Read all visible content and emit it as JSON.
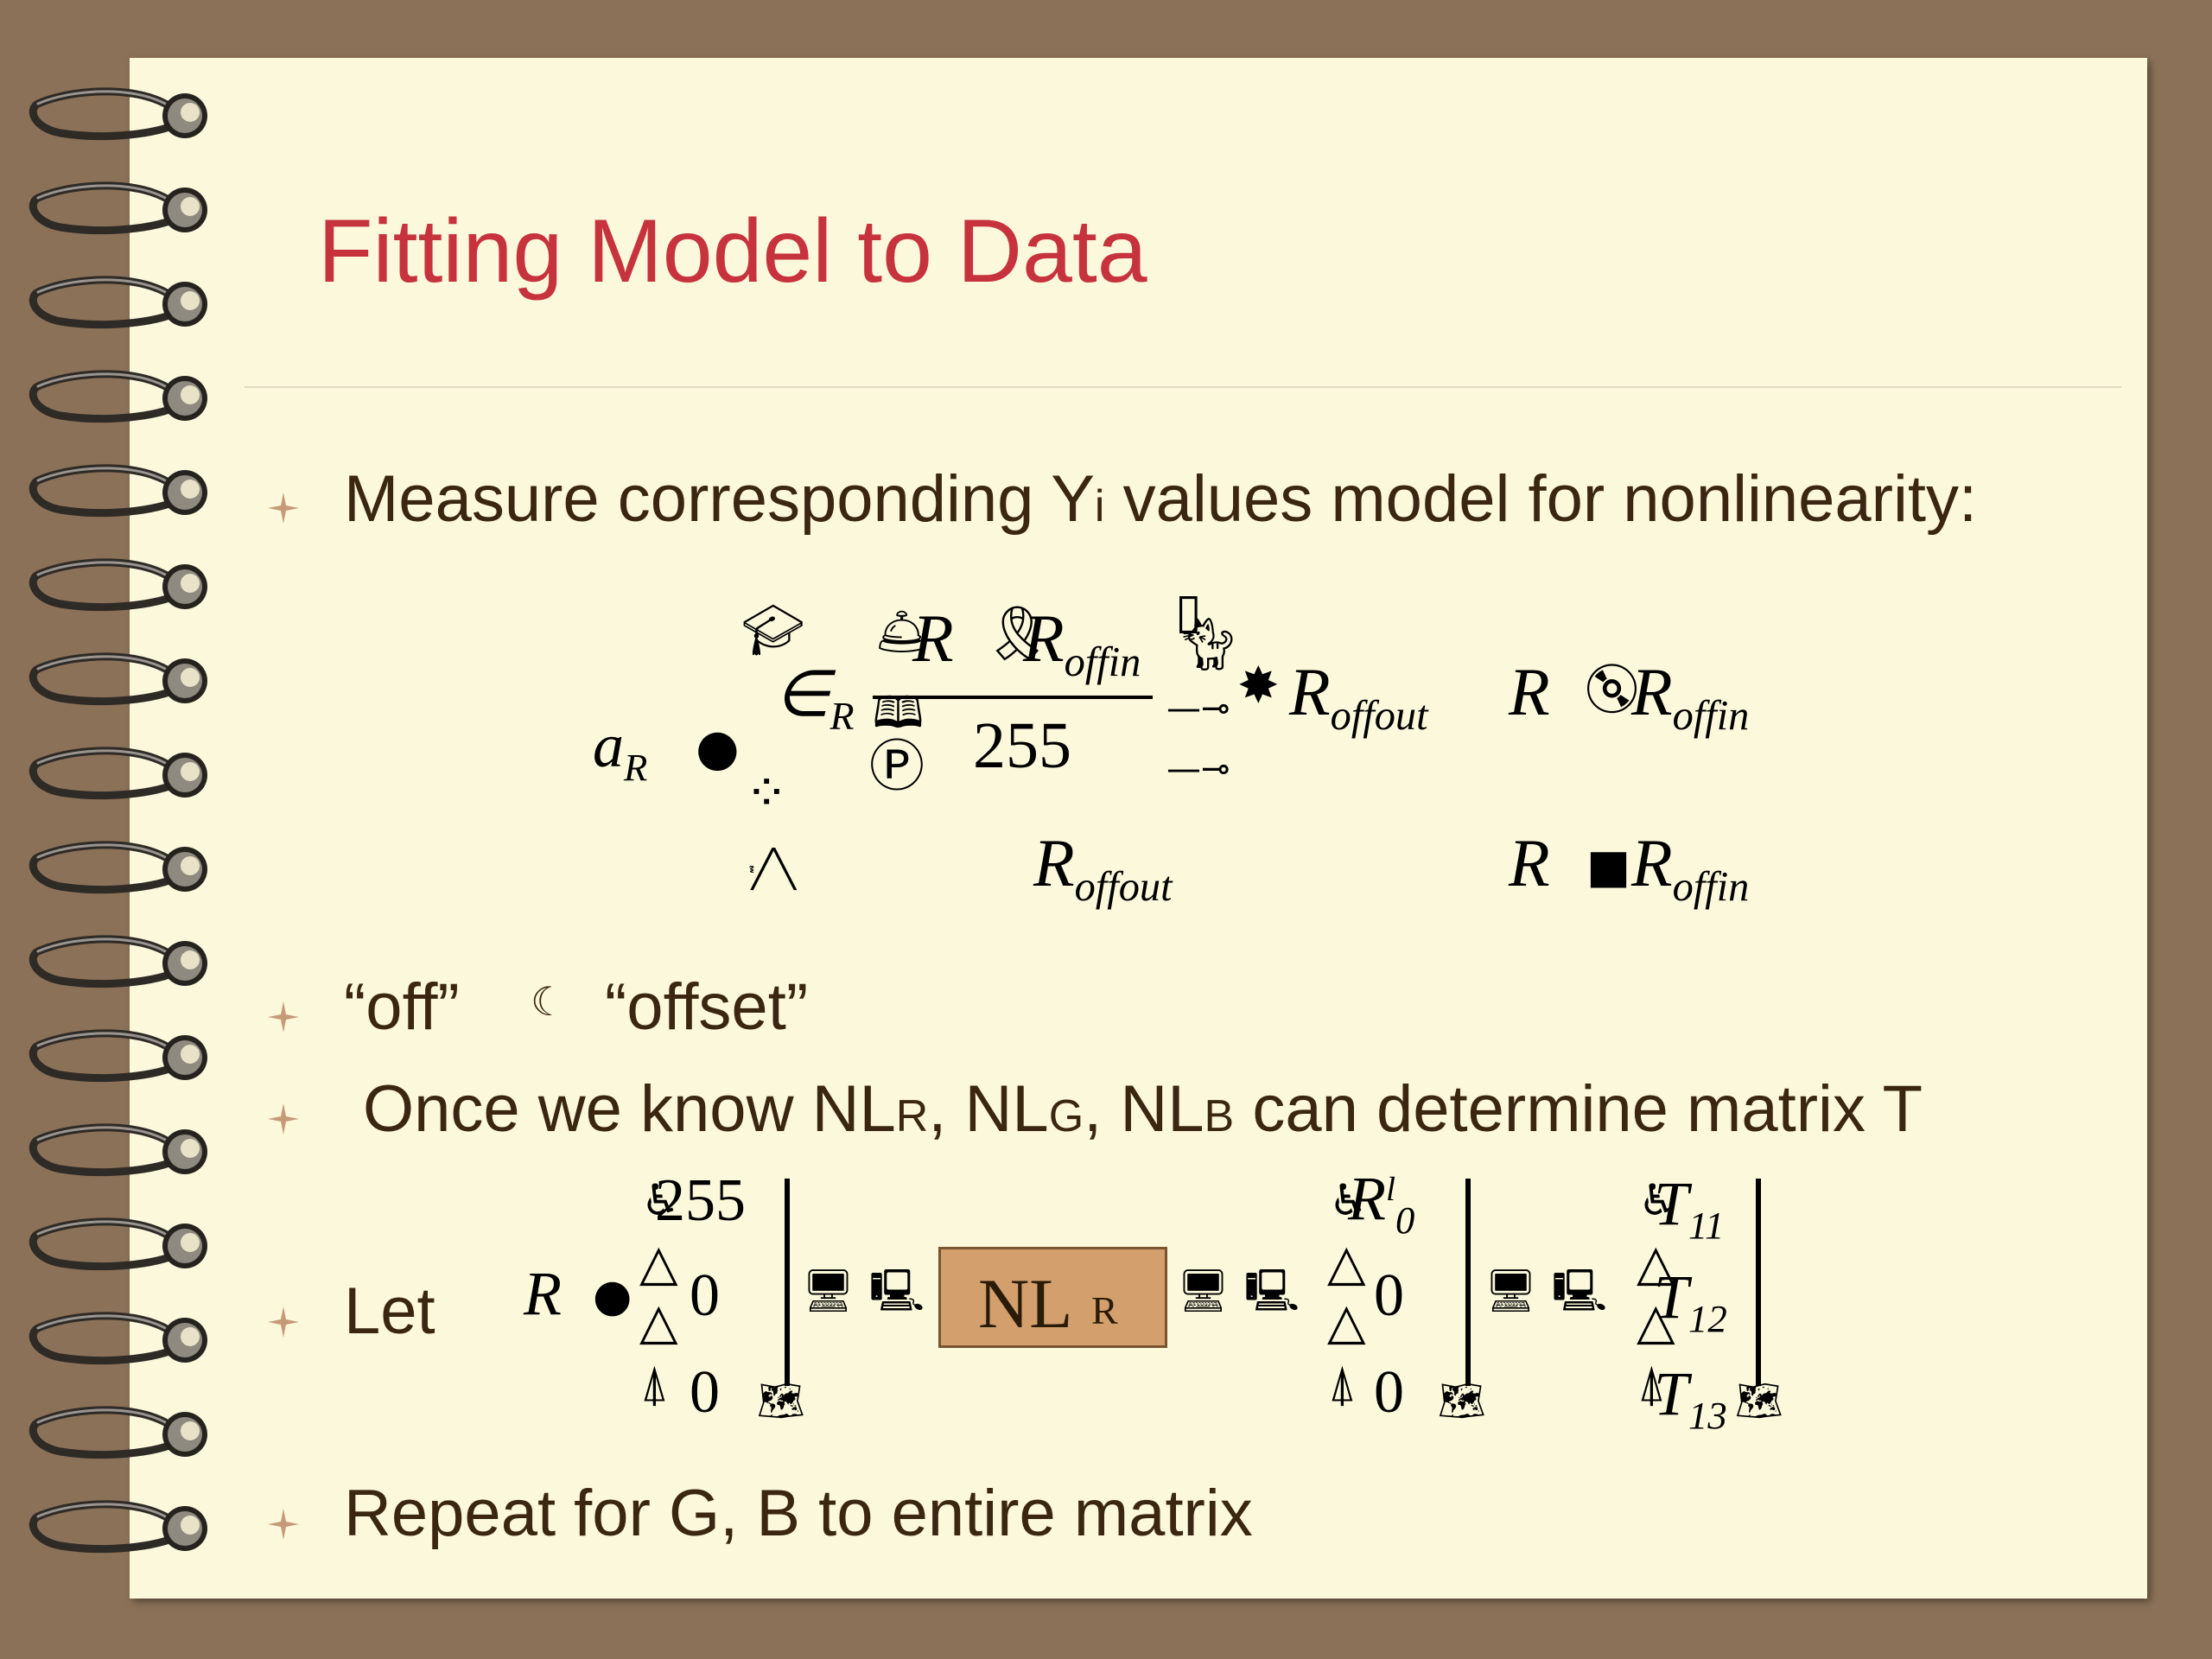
{
  "slide": {
    "title": "Fitting Model to Data",
    "bullets": [
      {
        "text_main": "Measure corresponding Y",
        "text_sub": "i",
        "text_tail": " values model for nonlinearity:"
      },
      {
        "text_a": "“off”",
        "glyph": "☾",
        "text_b": "“offset”"
      },
      {
        "text_a": "Once we know NL",
        "sub1": "R",
        "text_b": ", NL",
        "sub2": "G",
        "text_c": ", NL",
        "sub3": "B",
        "text_d": " can determine matrix T"
      },
      {
        "text": "Let"
      },
      {
        "text": "Repeat for G, B to entire matrix"
      }
    ]
  },
  "equation1": {
    "lhs": "a",
    "lhs_sub": "R",
    "eps": "∈",
    "eps_sub": "R",
    "num_a": "R",
    "num_b": "R",
    "num_b_sub": "offin",
    "den": "255",
    "case1_var": "R",
    "case1_sub": "offout",
    "case2_var": "R",
    "case2_sub": "offout",
    "cond1_a": "R",
    "cond1_b": "R",
    "cond1_b_sub": "offin",
    "cond2_a": "R",
    "cond2_b": "R",
    "cond2_b_sub": "offin"
  },
  "equation2": {
    "lhs": "R",
    "vec1": [
      "255",
      "0",
      "0"
    ],
    "box_label": "NL",
    "box_sub": "R",
    "vec2_top": "R",
    "vec2_top_sup": "l",
    "vec2_top_sub": "0",
    "vec2": [
      "0",
      "0"
    ],
    "vec3": [
      {
        "var": "T",
        "sub": "11"
      },
      {
        "var": "T",
        "sub": "12"
      },
      {
        "var": "T",
        "sub": "13"
      }
    ]
  },
  "icons": [
    "spiral-binding-icon",
    "bullet-sparkle-icon",
    "crescent-moon-icon",
    "graduation-cap-icon",
    "ribbon-icon",
    "cat-icon",
    "cd-icon",
    "computer-icon",
    "world-map-icon"
  ]
}
